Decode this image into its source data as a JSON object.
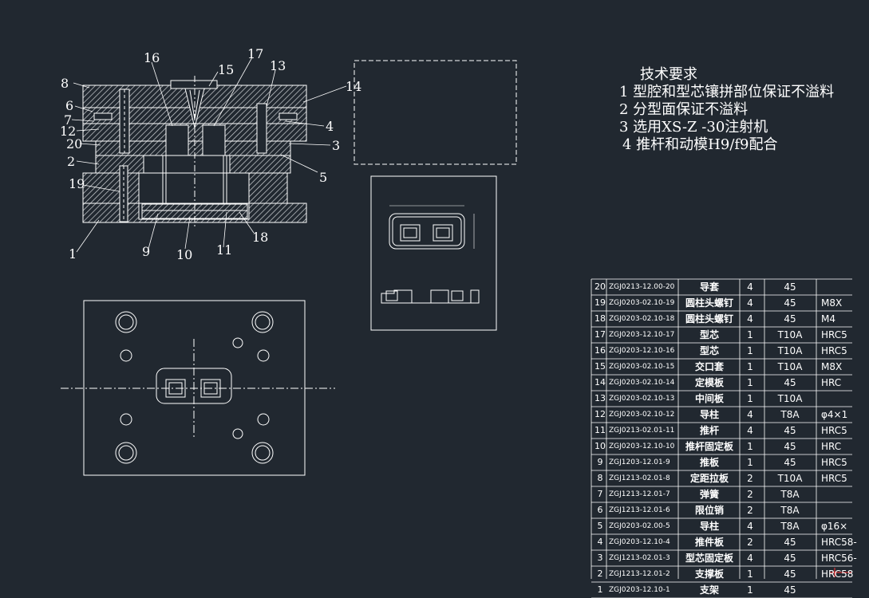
{
  "colors": {
    "background": "#212830",
    "line": "#ffffff",
    "hatch": "#d8d8d8",
    "accent": "#ff3333"
  },
  "part_numbers": [
    "1",
    "2",
    "3",
    "4",
    "5",
    "6",
    "7",
    "8",
    "9",
    "10",
    "11",
    "12",
    "13",
    "14",
    "15",
    "16",
    "17",
    "18",
    "19",
    "20"
  ],
  "notes": {
    "title": "技术要求",
    "items": [
      "1 型腔和型芯镶拼部位保证不溢料",
      "2 分型面保证不溢料",
      "3 选用XS-Z -30注射机",
      "4 推杆和动模H9/f9配合"
    ]
  },
  "bom": [
    {
      "idx": "20",
      "code": "ZGJ0213-12.00-20",
      "name": "导套",
      "qty": "4",
      "material": "45",
      "note": ""
    },
    {
      "idx": "19",
      "code": "ZGJ0203-02.10-19",
      "name": "圆柱头螺钉",
      "qty": "4",
      "material": "45",
      "note": "M8X"
    },
    {
      "idx": "18",
      "code": "ZGJ0203-02.10-18",
      "name": "圆柱头螺钉",
      "qty": "4",
      "material": "45",
      "note": "M4"
    },
    {
      "idx": "17",
      "code": "ZGJ0203-12.10-17",
      "name": "型芯",
      "qty": "1",
      "material": "T10A",
      "note": "HRC5"
    },
    {
      "idx": "16",
      "code": "ZGJ0203-12.10-16",
      "name": "型芯",
      "qty": "1",
      "material": "T10A",
      "note": "HRC5"
    },
    {
      "idx": "15",
      "code": "ZGJ0203-02.10-15",
      "name": "交口套",
      "qty": "1",
      "material": "T10A",
      "note": "M8X"
    },
    {
      "idx": "14",
      "code": "ZGJ0203-02.10-14",
      "name": "定模板",
      "qty": "1",
      "material": "45",
      "note": "HRC"
    },
    {
      "idx": "13",
      "code": "ZGJ0203-02.10-13",
      "name": "中间板",
      "qty": "1",
      "material": "T10A",
      "note": ""
    },
    {
      "idx": "12",
      "code": "ZGJ0203-02.10-12",
      "name": "导柱",
      "qty": "4",
      "material": "T8A",
      "note": "φ4×1"
    },
    {
      "idx": "11",
      "code": "ZGJ0213-02.01-11",
      "name": "推杆",
      "qty": "4",
      "material": "45",
      "note": "HRC5"
    },
    {
      "idx": "10",
      "code": "ZGJ0203-12.10-10",
      "name": "推杆固定板",
      "qty": "1",
      "material": "45",
      "note": "HRC"
    },
    {
      "idx": "9",
      "code": "ZGJ1203-12.01-9",
      "name": "推板",
      "qty": "1",
      "material": "45",
      "note": "HRC5"
    },
    {
      "idx": "8",
      "code": "ZGJ1213-02.01-8",
      "name": "定距拉板",
      "qty": "2",
      "material": "T10A",
      "note": "HRC5"
    },
    {
      "idx": "7",
      "code": "ZGJ1213-12.01-7",
      "name": "弹簧",
      "qty": "2",
      "material": "T8A",
      "note": ""
    },
    {
      "idx": "6",
      "code": "ZGJ1213-12.01-6",
      "name": "限位销",
      "qty": "2",
      "material": "T8A",
      "note": ""
    },
    {
      "idx": "5",
      "code": "ZGJ0203-02.00-5",
      "name": "导柱",
      "qty": "4",
      "material": "T8A",
      "note": "φ16×"
    },
    {
      "idx": "4",
      "code": "ZGJ0203-12.10-4",
      "name": "推件板",
      "qty": "2",
      "material": "45",
      "note": "HRC58-"
    },
    {
      "idx": "3",
      "code": "ZGJ1213-02.01-3",
      "name": "型芯固定板",
      "qty": "4",
      "material": "45",
      "note": "HRC56-"
    },
    {
      "idx": "2",
      "code": "ZGJ1213-12.01-2",
      "name": "支撑板",
      "qty": "1",
      "material": "45",
      "note": "HRC58"
    },
    {
      "idx": "1",
      "code": "ZGJ0203-12.10-1",
      "name": "支架",
      "qty": "1",
      "material": "45",
      "note": ""
    }
  ]
}
